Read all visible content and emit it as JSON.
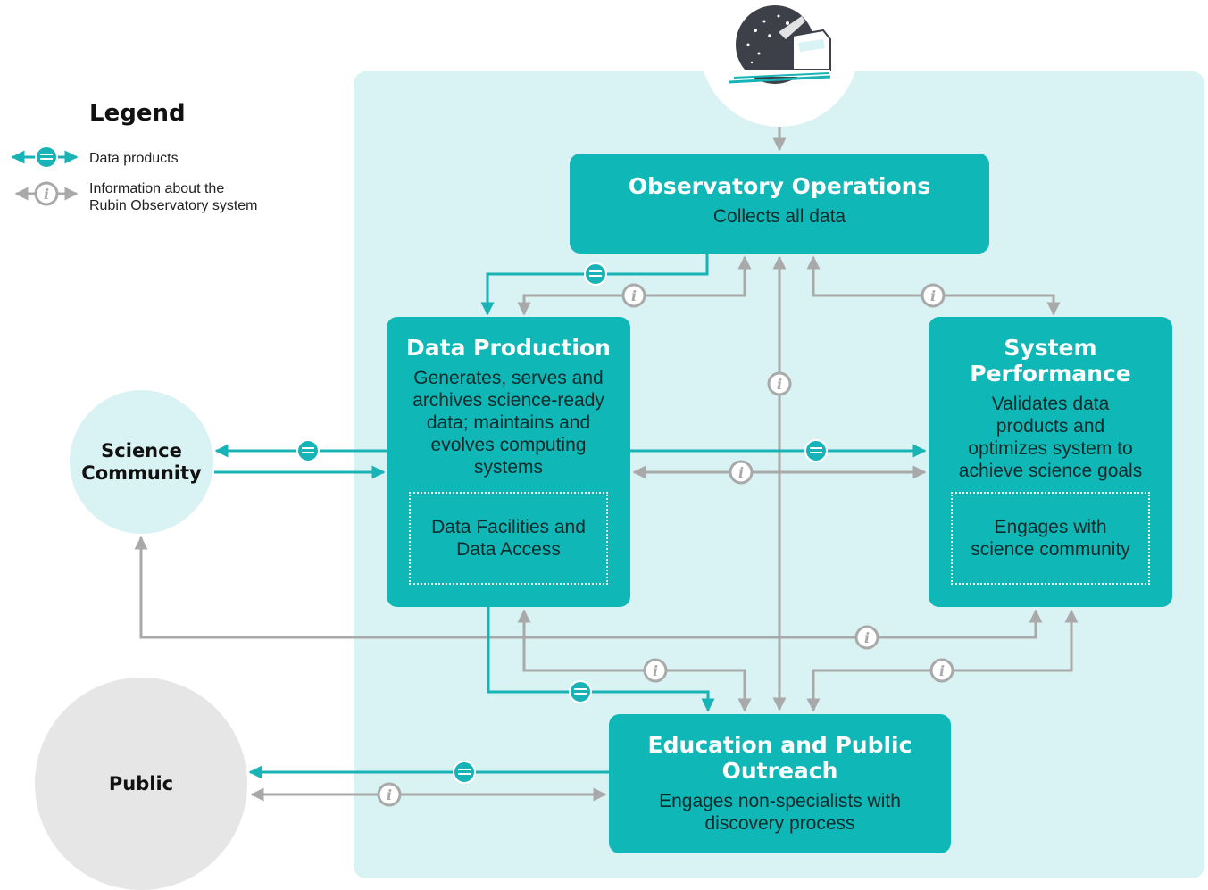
{
  "legend": {
    "title": "Legend",
    "data_products": "Data products",
    "information_line1": "Information about the",
    "information_line2": "Rubin Observatory system"
  },
  "observatory_operations": {
    "title": "Observatory Operations",
    "desc": "Collects all data"
  },
  "data_production": {
    "title": "Data Production",
    "desc_lines": [
      "Generates, serves and",
      "archives science-ready",
      "data; maintains and",
      "evolves computing",
      "systems"
    ],
    "sub_lines": [
      "Data Facilities and",
      "Data Access"
    ]
  },
  "system_performance": {
    "title_lines": [
      "System",
      "Performance"
    ],
    "desc_lines": [
      "Validates data",
      "products and",
      "optimizes system to",
      "achieve science goals"
    ],
    "sub_lines": [
      "Engages with",
      "science community"
    ]
  },
  "education": {
    "title_lines": [
      "Education and Public",
      "Outreach"
    ],
    "desc_lines": [
      "Engages non-specialists with",
      "discovery process"
    ]
  },
  "science_community": {
    "lines": [
      "Science",
      "Community"
    ]
  },
  "public": {
    "label": "Public"
  },
  "colors": {
    "teal_box": "#0fb7b7",
    "teal_arrow": "#17b3b6",
    "gray_arrow": "#a9a9a9",
    "panel_bg": "#d9f2f3",
    "science_circle": "#d9f2f3",
    "public_circle": "#e6e6e6"
  },
  "icons": {
    "data_badge": "data-product-badge-icon",
    "info_badge": "info-badge-icon",
    "telescope": "telescope-logo-icon"
  }
}
